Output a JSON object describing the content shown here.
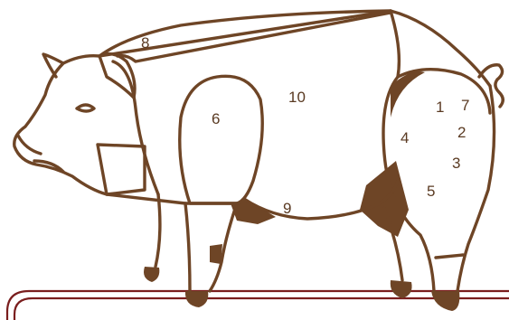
{
  "colors": {
    "outline": "#6e4526",
    "shadow": "#6e4526",
    "label": "#5a3a22",
    "rail": "#7a1e1e",
    "background": "#ffffff"
  },
  "cuts": [
    {
      "id": "1",
      "label": "1"
    },
    {
      "id": "2",
      "label": "2"
    },
    {
      "id": "3",
      "label": "3"
    },
    {
      "id": "4",
      "label": "4"
    },
    {
      "id": "5",
      "label": "5"
    },
    {
      "id": "6",
      "label": "6"
    },
    {
      "id": "7",
      "label": "7"
    },
    {
      "id": "8",
      "label": "8"
    },
    {
      "id": "9",
      "label": "9"
    },
    {
      "id": "10",
      "label": "10"
    }
  ]
}
